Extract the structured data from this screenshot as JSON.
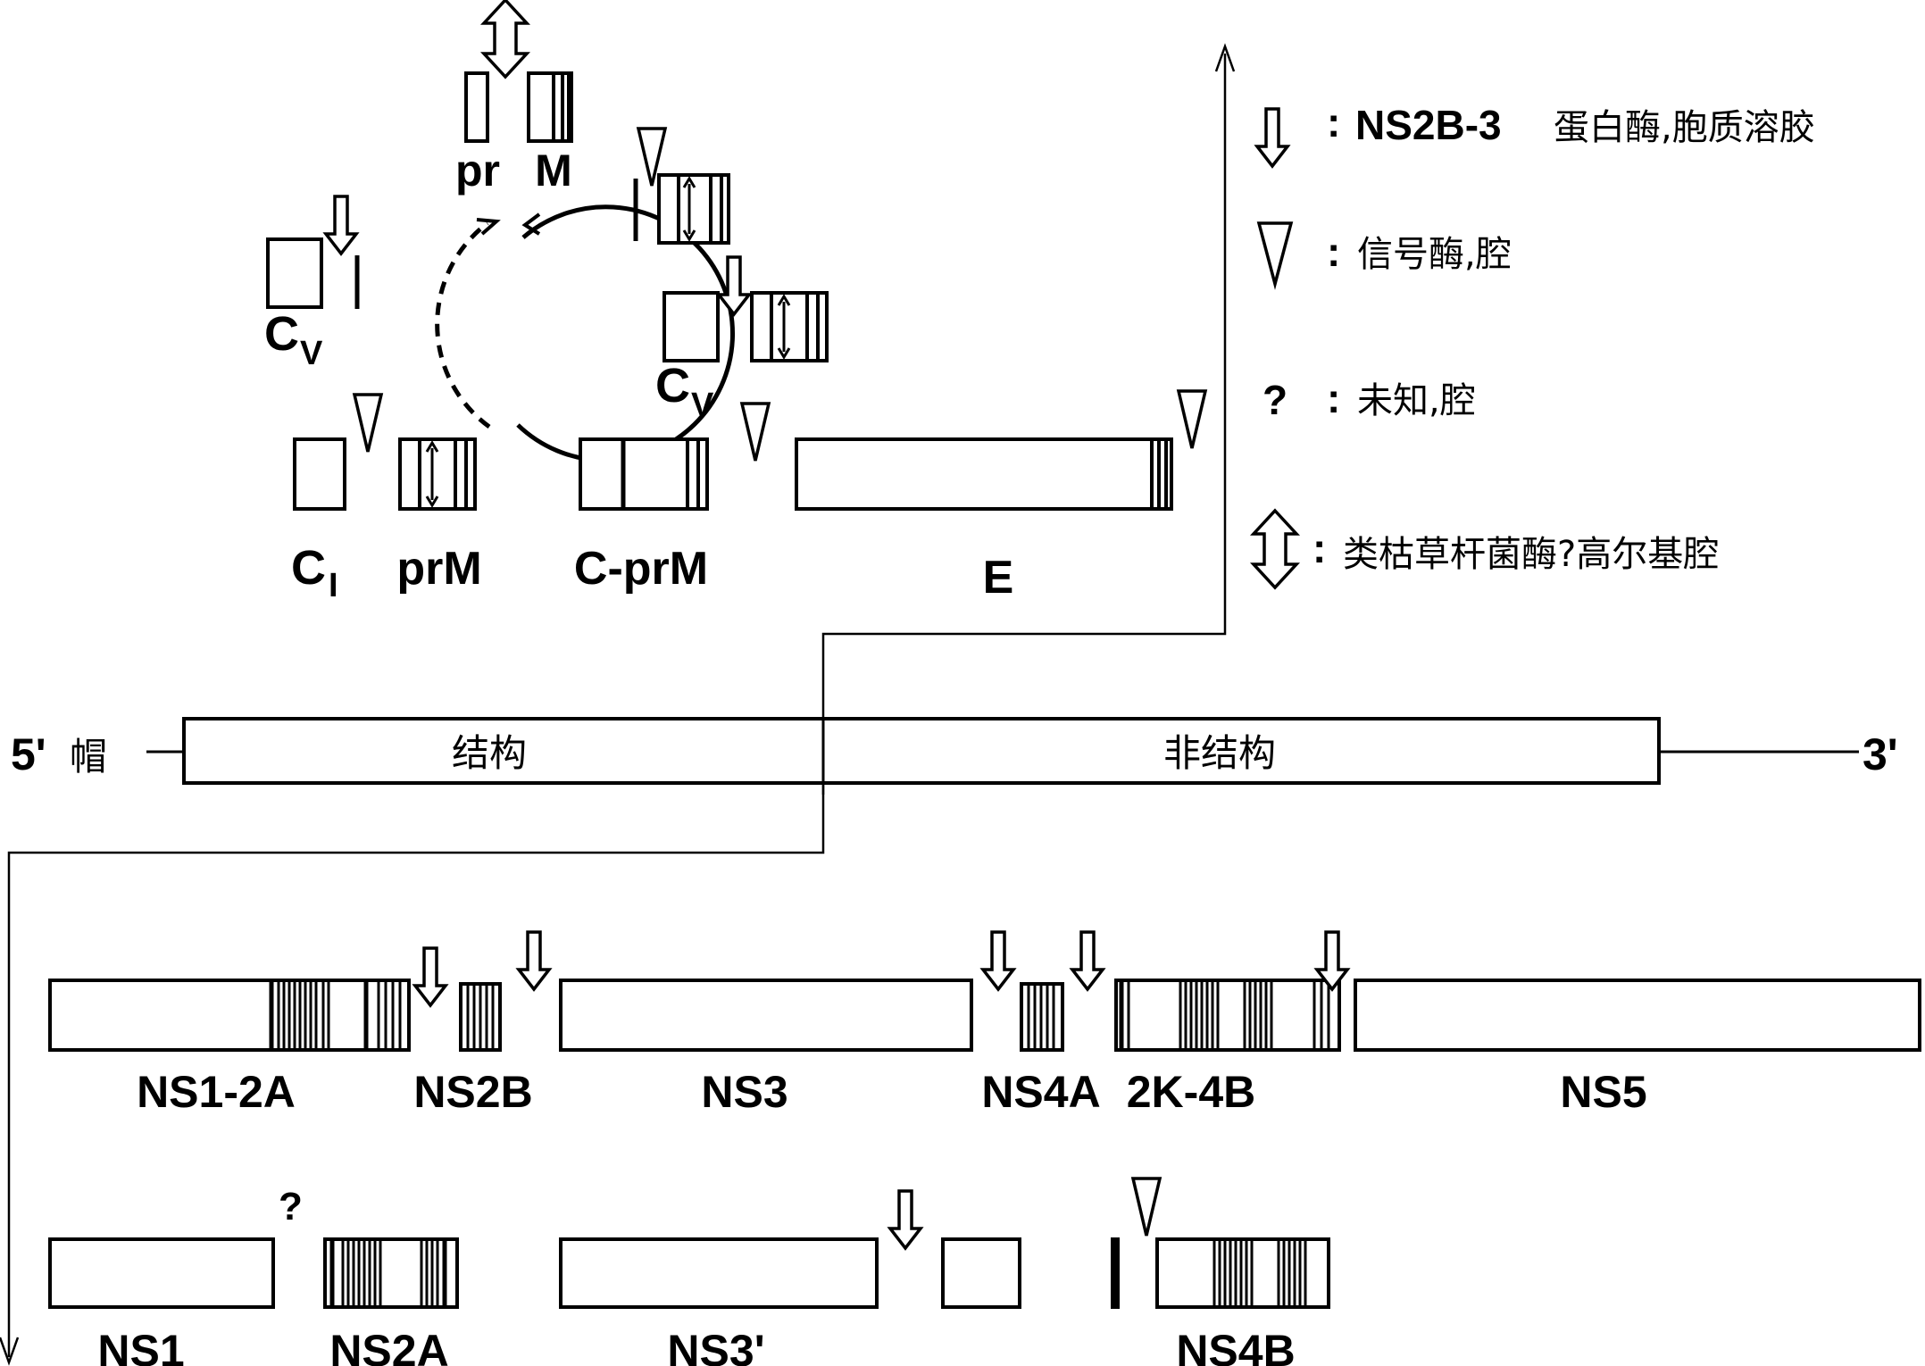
{
  "legend": {
    "protease_label": "NS2B-3",
    "protease_desc": "蛋白酶,胞质溶胶",
    "signalase_desc": "信号酶,腔",
    "unknown_symbol": "?",
    "unknown_desc": "未知,腔",
    "furin_desc": "类枯草杆菌酶?高尔基腔",
    "colon": ":"
  },
  "genome": {
    "five_prime": "5'",
    "cap": "帽",
    "structural": "结构",
    "nonstructural": "非结构",
    "three_prime": "3'"
  },
  "structural_region": {
    "pr": "pr",
    "M": "M",
    "Cv_main": "C",
    "Cv_sub": "V",
    "Cl_main": "C",
    "Cl_sub": "I",
    "prM": "prM",
    "C_prM": "C-prM",
    "E": "E"
  },
  "nonstructural_row1": [
    "NS1-2A",
    "NS2B",
    "NS3",
    "NS4A",
    "2K-4B",
    "NS5"
  ],
  "nonstructural_row2": [
    "NS1",
    "NS2A",
    "NS3'",
    "NS4B"
  ],
  "unknown_mark": "?"
}
